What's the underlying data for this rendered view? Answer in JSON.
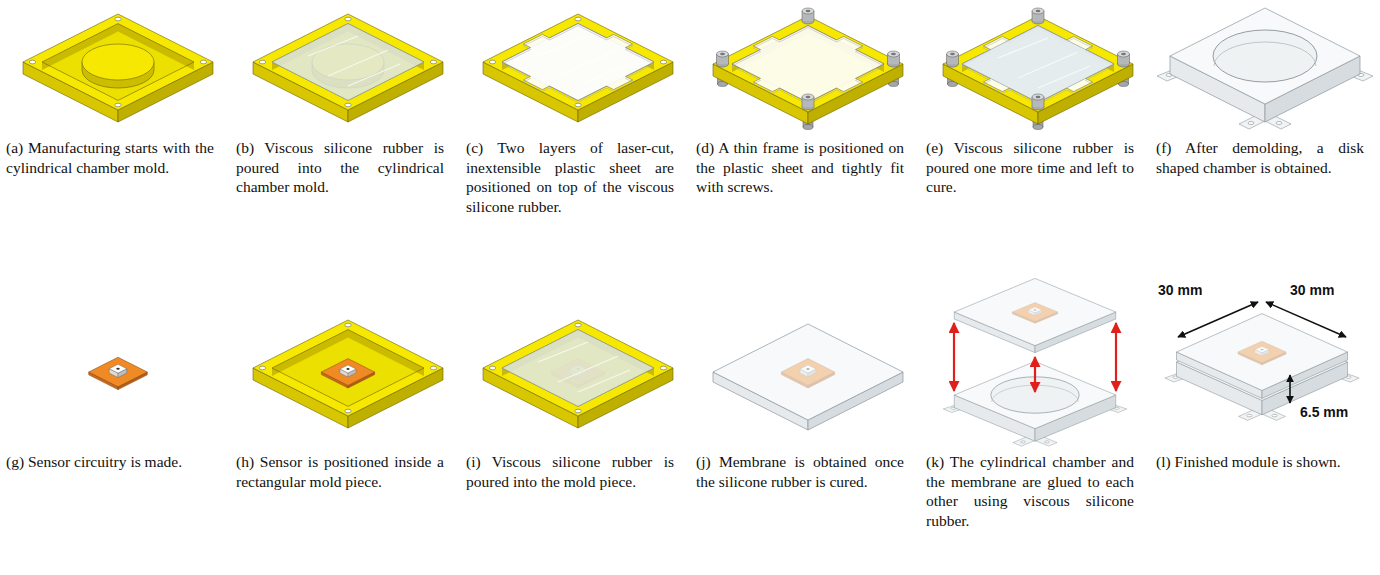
{
  "diagram": {
    "labels": [
      "(a) Manufacturing starts with the cylindrical chamber mold.",
      "(b) Viscous silicone rubber is poured into the cylindrical chamber mold.",
      "(c) Two layers of laser-cut, inextensible plastic sheet are positioned on top of the viscous silicone rubber.",
      "(d) A thin frame is positioned on the plastic sheet and tightly fit with screws.",
      "(e) Viscous silicone rubber is poured one more time and left to cure.",
      "(f) After demolding, a disk shaped chamber is obtained.",
      "(g) Sensor circuitry is made.",
      "(h) Sensor is positioned inside a rectangular mold piece.",
      "(i) Viscous silicone rubber is poured into the mold piece.",
      "(j) Membrane is obtained once the silicone rubber is cured.",
      "(k) The cylindrical chamber and the membrane are glued to each other using viscous silicone rubber.",
      "(l) Finished module is shown.",
      "30 mm",
      "30 mm",
      "6.5 mm"
    ]
  }
}
